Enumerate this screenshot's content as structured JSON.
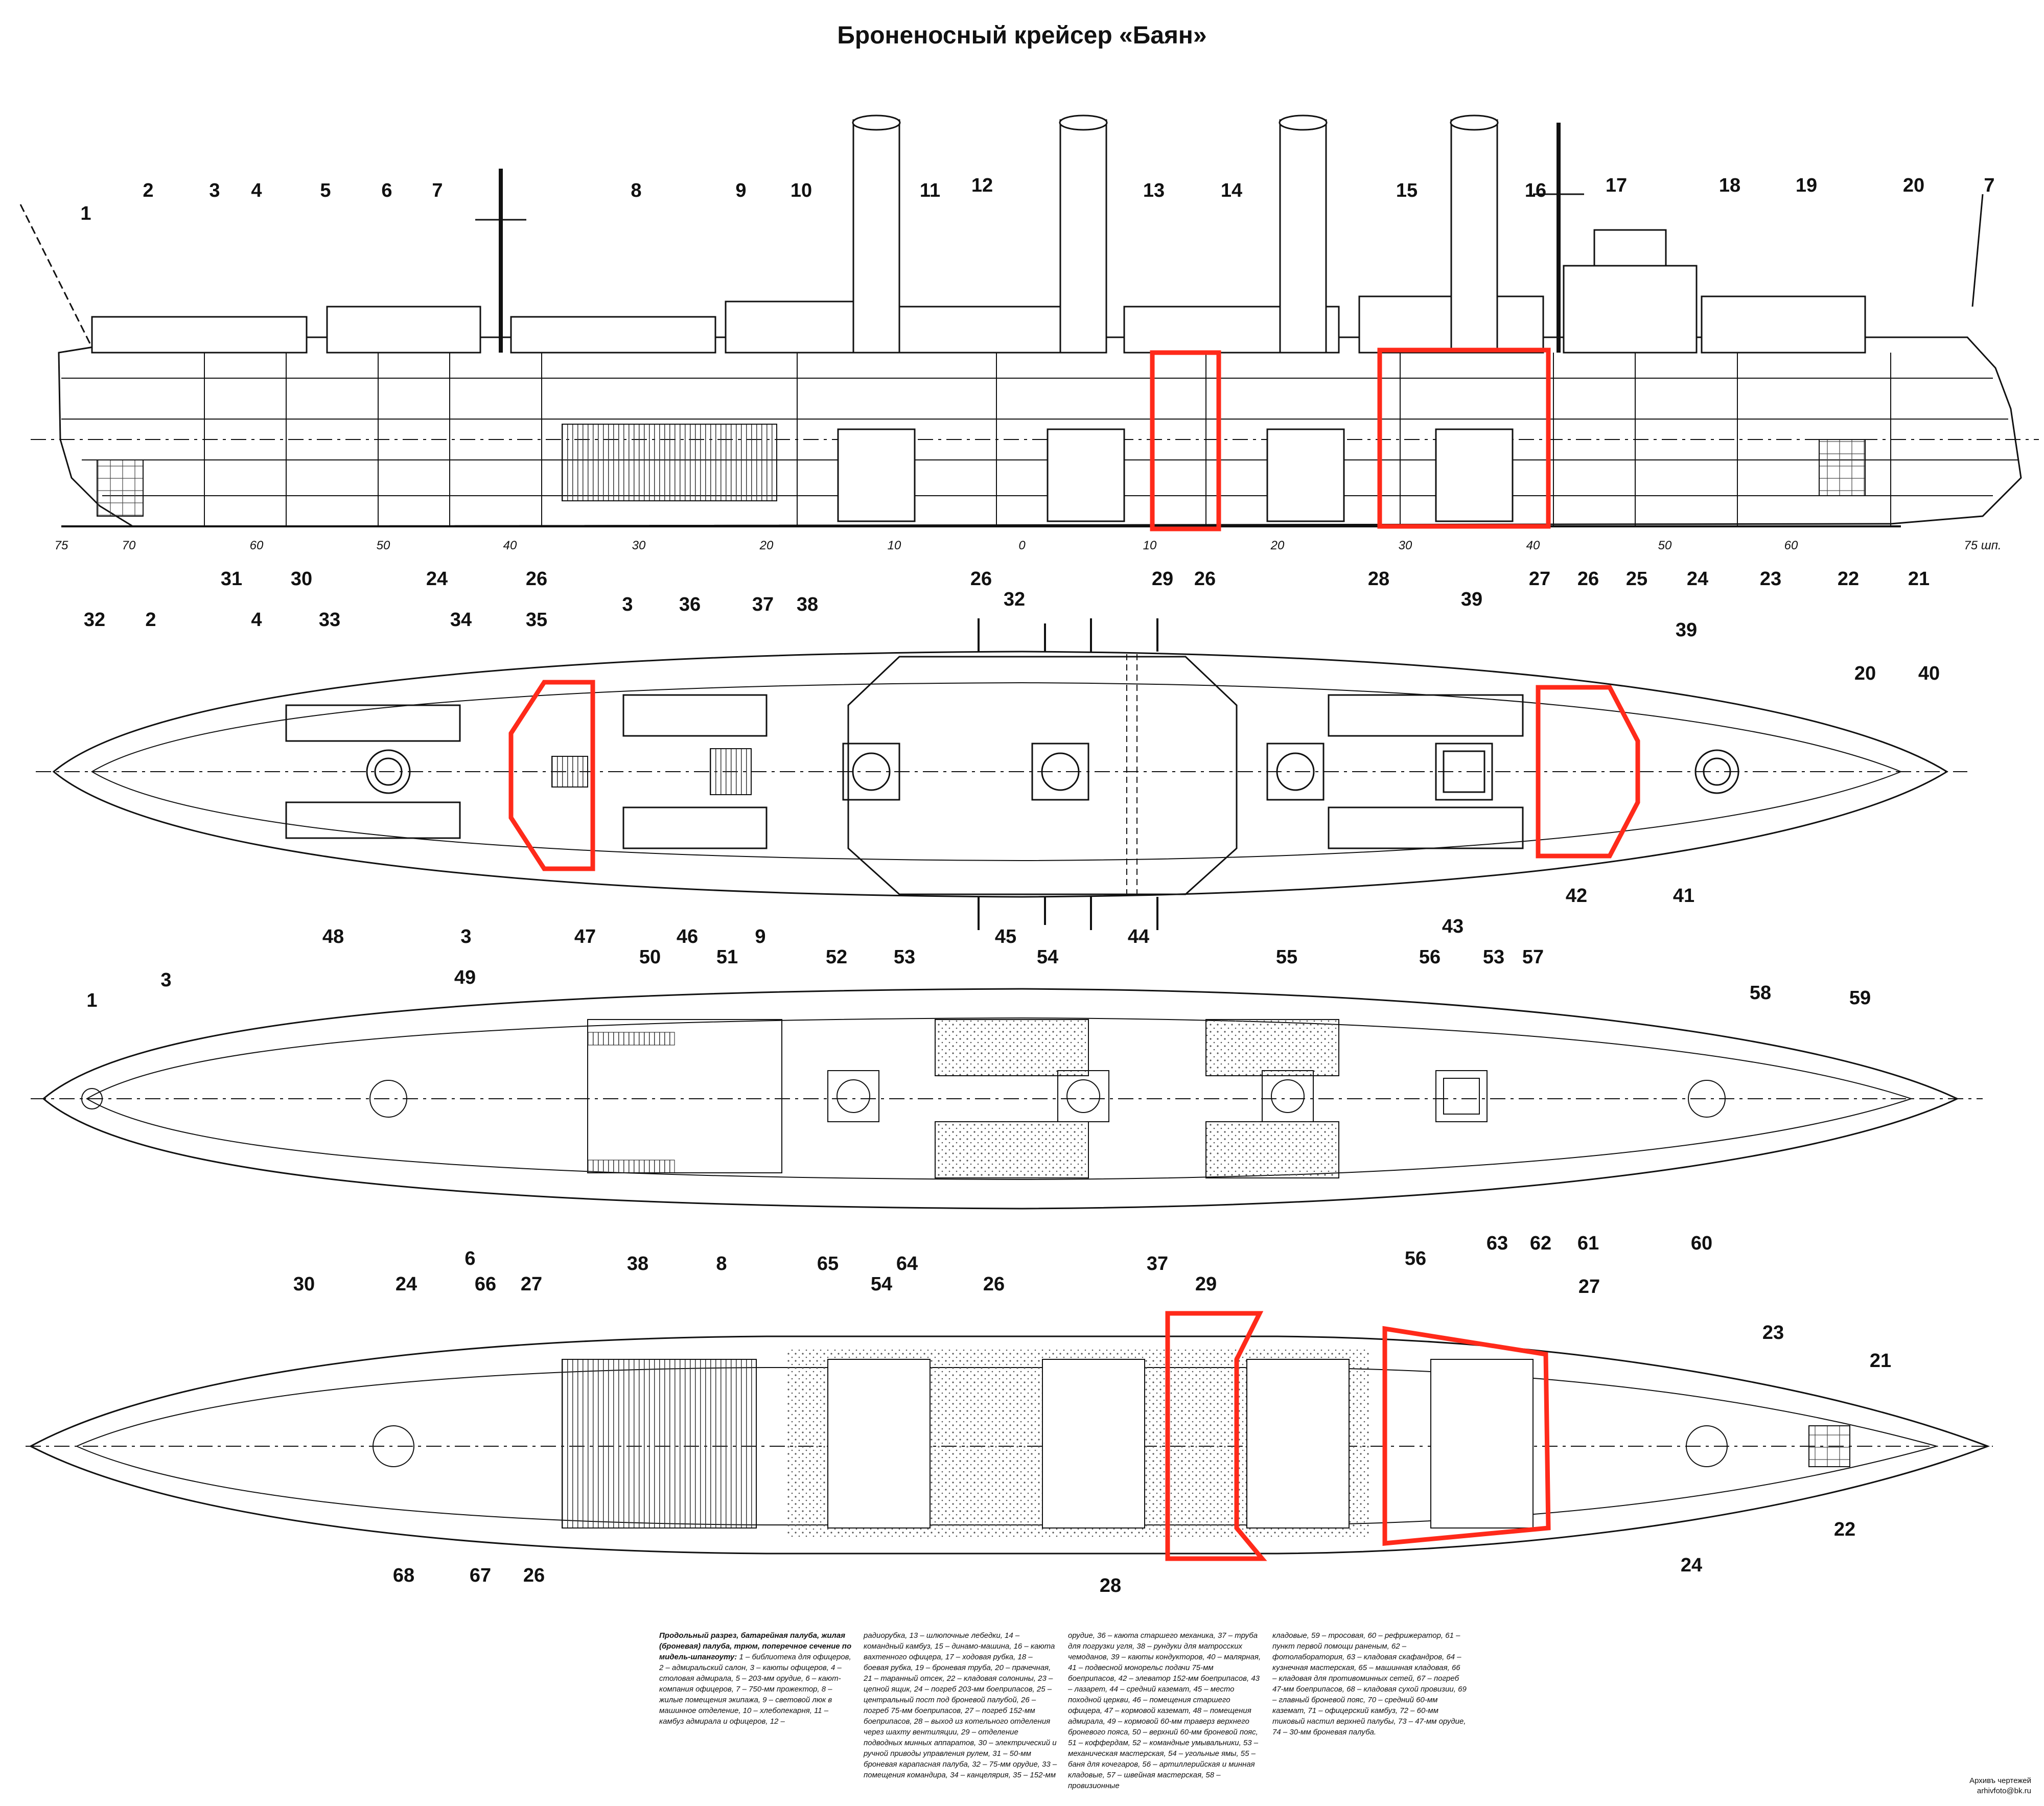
{
  "title": "Броненосный крейсер «Баян»",
  "frame_scale": {
    "ticks": [
      "75",
      "70",
      "60",
      "50",
      "40",
      "30",
      "20",
      "10",
      "0",
      "10",
      "20",
      "30",
      "40",
      "50",
      "60"
    ],
    "end_label": "75 шп."
  },
  "profile_callouts": [
    "1",
    "2",
    "3",
    "4",
    "5",
    "6",
    "7",
    "8",
    "9",
    "10",
    "11",
    "12",
    "13",
    "14",
    "15",
    "16",
    "17",
    "18",
    "19",
    "20",
    "7",
    "31",
    "30",
    "24",
    "26",
    "26",
    "29",
    "26",
    "28",
    "27",
    "26",
    "25",
    "24",
    "23",
    "22",
    "21"
  ],
  "battery_deck_callouts": [
    "32",
    "2",
    "4",
    "33",
    "34",
    "35",
    "3",
    "36",
    "37",
    "38",
    "32",
    "39",
    "39",
    "20",
    "40",
    "48",
    "3",
    "47",
    "46",
    "9",
    "45",
    "44",
    "43",
    "42",
    "41"
  ],
  "armoured_deck_callouts": [
    "1",
    "3",
    "49",
    "50",
    "51",
    "52",
    "53",
    "54",
    "55",
    "56",
    "53",
    "57",
    "58",
    "59",
    "6",
    "38",
    "8",
    "65",
    "64",
    "37",
    "56",
    "63",
    "62",
    "61",
    "60"
  ],
  "hold_callouts": [
    "30",
    "24",
    "66",
    "27",
    "54",
    "26",
    "29",
    "27",
    "23",
    "21",
    "68",
    "67",
    "26",
    "28",
    "24",
    "22"
  ],
  "legend": {
    "heading": "Продольный разрез, батарейная палуба, жилая (броневая) палуба, трюм, поперечное сечение по мидель-шпангоуту:",
    "col1": "1 – библиотека для офицеров, 2 – адмиральский салон, 3 – каюты офицеров, 4 – столовая адмирала, 5 – 203-мм орудие, 6 – кают-компания офицеров, 7 – 750-мм прожектор, 8 – жилые помещения экипажа, 9 – световой люк в машинное отделение, 10 – хлебопекарня, 11 – камбуз адмирала и офицеров, 12 –",
    "col2": "радиорубка, 13 – шлюпочные лебедки, 14 – командный камбуз, 15 – динамо-машина, 16 – каюта вахтенного офицера, 17 – ходовая рубка, 18 – боевая рубка, 19 – броневая труба, 20 – прачечная, 21 – таранный отсек, 22 – кладовая солонины, 23 – цепной ящик, 24 – погреб 203-мм боеприпасов, 25 – центральный пост под броневой палубой, 26 – погреб 75-мм боеприпасов, 27 – погреб 152-мм боеприпасов, 28 – выход из котельного отделения через шахту вентиляции, 29 – отделение подводных минных аппаратов, 30 – электрический и ручной приводы управления рулем, 31 – 50-мм броневая карапасная палуба, 32 – 75-мм орудие, 33 – помещения командира, 34 – канцелярия, 35 – 152-мм",
    "col3": "орудие, 36 – каюта старшего механика, 37 – труба для погрузки угля, 38 – рундуки для матросских чемоданов, 39 – каюты кондукторов, 40 – малярная, 41 – подвесной монорельс подачи 75-мм боеприпасов, 42 – элеватор 152-мм боеприпасов, 43 – лазарет, 44 – средний каземат, 45 – место походной церкви, 46 – помещения старшего офицера, 47 – кормовой каземат, 48 – помещения адмирала, 49 – кормовой 60-мм траверз верхнего броневого пояса, 50 – верхний 60-мм броневой пояс, 51 – коффердам, 52 – командные умывальники, 53 – механическая мастерская, 54 – угольные ямы, 55 – баня для кочегаров, 56 – артиллерийская и минная кладовые, 57 – швейная мастерская, 58 – провизионные",
    "col4": "кладовые, 59 – тросовая, 60 – рефрижератор, 61 – пункт первой помощи раненым, 62 – фотолаборатория, 63 – кладовая скафандров, 64 – кузнечная мастерская, 65 – машинная кладовая, 66 – кладовая для противоминных сетей, 67 – погреб 47-мм боеприпасов, 68 – кладовая сухой провизии, 69 – главный броневой пояс, 70 – средний 60-мм каземат, 71 – офицерский камбуз, 72 – 60-мм тиковый настил верхней палубы, 73 – 47-мм орудие, 74 – 30-мм броневая палуба."
  },
  "credit": {
    "line1": "Архивъ чертежей",
    "line2": "arhivfoto@bk.ru"
  },
  "highlight_color": "#ff2a1a",
  "ink_color": "#111111"
}
